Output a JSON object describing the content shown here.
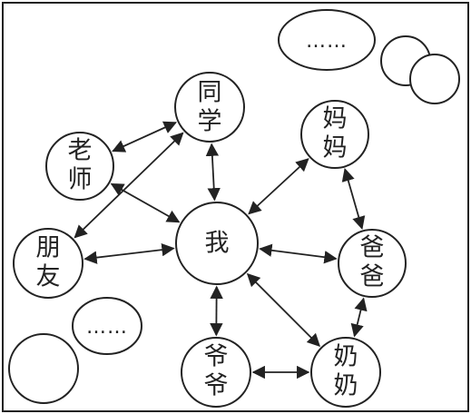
{
  "nodes": {
    "me": {
      "lines": [
        "我"
      ]
    },
    "classmate": {
      "lines": [
        "同",
        "学"
      ]
    },
    "teacher": {
      "lines": [
        "老",
        "师"
      ]
    },
    "friend": {
      "lines": [
        "朋",
        "友"
      ]
    },
    "mom": {
      "lines": [
        "妈",
        "妈"
      ]
    },
    "dad": {
      "lines": [
        "爸",
        "爸"
      ]
    },
    "grandma": {
      "lines": [
        "奶",
        "奶"
      ]
    },
    "grandpa": {
      "lines": [
        "爷",
        "爷"
      ]
    }
  },
  "placeholders": {
    "top_ellipsis": "……",
    "bottom_ellipsis": "……"
  },
  "edges": [
    [
      "teacher",
      "classmate"
    ],
    [
      "teacher",
      "me"
    ],
    [
      "friend",
      "classmate"
    ],
    [
      "friend",
      "me"
    ],
    [
      "classmate",
      "me"
    ],
    [
      "mom",
      "me"
    ],
    [
      "mom",
      "dad"
    ],
    [
      "dad",
      "me"
    ],
    [
      "dad",
      "grandma"
    ],
    [
      "grandma",
      "me"
    ],
    [
      "grandpa",
      "me"
    ],
    [
      "grandpa",
      "grandma"
    ]
  ]
}
